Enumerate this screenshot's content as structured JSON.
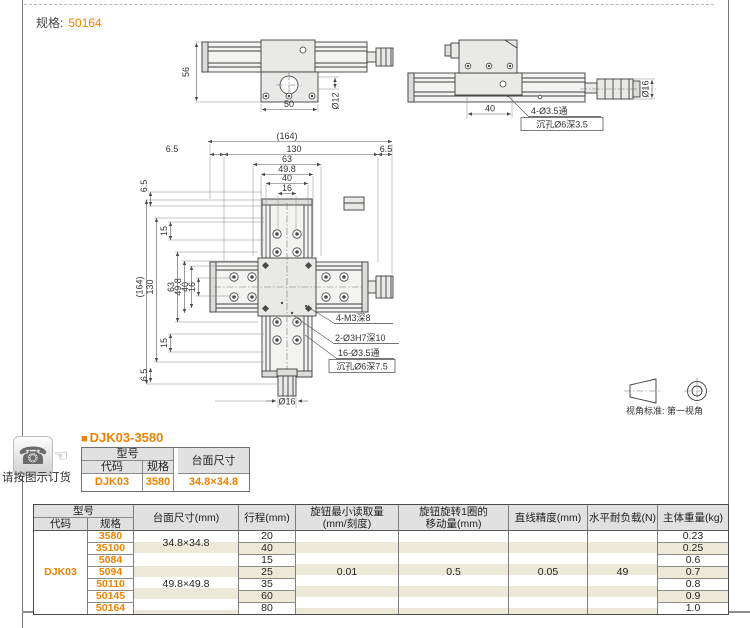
{
  "page": {
    "spec_label": "规格:",
    "spec_value": "50164",
    "view_standard": "视角标准: 第一视角",
    "order_note": "请按图示订货"
  },
  "drawings": {
    "fv": {
      "h": "56",
      "w": "50",
      "dia": "Ø12"
    },
    "sv": {
      "w": "40",
      "n1": "4-Ø3.5通",
      "n2": "沉孔Ø6深3.5",
      "dia": "Ø16"
    },
    "pv": {
      "t164": "(164)",
      "t65l": "6.5",
      "t130": "130",
      "t65r": "6.5",
      "t63": "63",
      "t498": "49.8",
      "t40": "40",
      "t16": "16",
      "l164": "(164)",
      "l130": "130",
      "l15t": "15",
      "l63": "63",
      "l498": "49.8",
      "l40": "40",
      "l16": "16",
      "l15b": "15",
      "l65t": "6.5",
      "l65b": "6.5",
      "n1": "4-M3深8",
      "n2": "2-Ø3H7深10",
      "n3": "16-Ø3.5通",
      "n4": "沉孔Ø6深7.5",
      "d16": "Ø16"
    }
  },
  "product": {
    "title_bullet": "■",
    "title": "DJK03-3580",
    "mini_table": {
      "h_model": "型号",
      "h_code": "代码",
      "h_spec": "规格",
      "h_size": "台面尺寸",
      "code": "DJK03",
      "spec": "3580",
      "size": "34.8×34.8"
    }
  },
  "spec_table": {
    "h_model": "型号",
    "h_code": "代码",
    "h_spec": "规格",
    "h_size": "台面尺寸(mm)",
    "h_travel": "行程(mm)",
    "h_min_read_1": "旋钮最小读取量",
    "h_min_read_2": "(mm/刻度)",
    "h_per_turn_1": "旋钮旋转1圈的",
    "h_per_turn_2": "移动量(mm)",
    "h_accuracy": "直线精度(mm)",
    "h_load": "水平耐负载(N)",
    "h_weight": "主体重量(kg)",
    "code": "DJK03",
    "size_small": "34.8×34.8",
    "size_large": "49.8×49.8",
    "min_read": "0.01",
    "per_turn": "0.5",
    "accuracy": "0.05",
    "load": "49",
    "rows": [
      {
        "spec": "3580",
        "travel": "20",
        "weight": "0.23"
      },
      {
        "spec": "35100",
        "travel": "40",
        "weight": "0.25"
      },
      {
        "spec": "5084",
        "travel": "15",
        "weight": "0.6"
      },
      {
        "spec": "5094",
        "travel": "25",
        "weight": "0.7"
      },
      {
        "spec": "50110",
        "travel": "35",
        "weight": "0.8"
      },
      {
        "spec": "50145",
        "travel": "60",
        "weight": "0.9"
      },
      {
        "spec": "50164",
        "travel": "80",
        "weight": "1.0"
      }
    ]
  },
  "colors": {
    "accent": "#f08200",
    "stripe": "#ece9d8",
    "header_bg": "#e1e1e1"
  }
}
